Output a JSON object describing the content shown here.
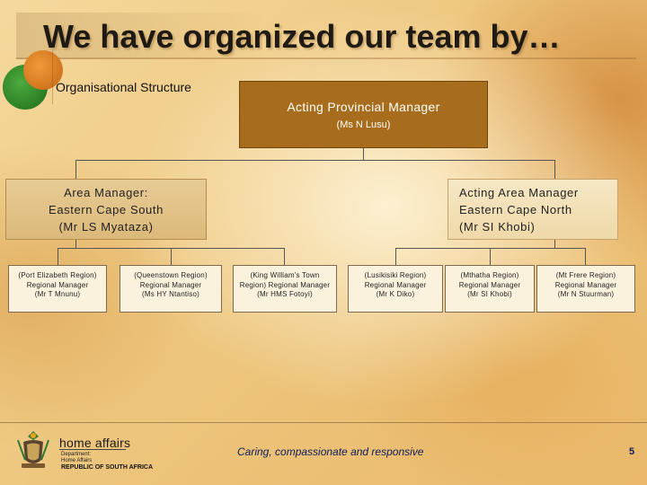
{
  "slide": {
    "title": "We have organized our team by…",
    "subtitle": "Organisational Structure"
  },
  "org": {
    "top": {
      "title": "Acting Provincial Manager",
      "name": "(Ms N Lusu)"
    },
    "areas": [
      {
        "line1": "Area Manager:",
        "line2": "Eastern Cape South",
        "line3": "(Mr LS Myataza)"
      },
      {
        "line1": "Acting Area Manager",
        "line2": "Eastern Cape North",
        "line3": "(Mr SI Khobi)"
      }
    ],
    "regions": [
      {
        "region": "(Port Elizabeth Region)",
        "role": "Regional Manager",
        "name": "(Mr T Mnunu)"
      },
      {
        "region": "(Queenstown Region)",
        "role": "Regional Manager",
        "name": "(Ms HY Ntantiso)"
      },
      {
        "region": "(King William's Town",
        "role": "Region) Regional Manager",
        "name": "(Mr HMS Fotoyi)"
      },
      {
        "region": "(Lusikisiki Region)",
        "role": "Regional Manager",
        "name": "(Mr K Diko)"
      },
      {
        "region": "(Mthatha Region)",
        "role": "Regional Manager",
        "name": "(Mr SI Khobi)"
      },
      {
        "region": "(Mt Frere Region)",
        "role": "Regional Manager",
        "name": "(Mr N Stuurman)"
      }
    ]
  },
  "footer": {
    "brand": "home affairs",
    "dept_line1": "Department:",
    "dept_line2": "Home Affairs",
    "country": "REPUBLIC OF SOUTH AFRICA",
    "tagline": "Caring, compassionate and responsive",
    "page_number": "5"
  },
  "colors": {
    "top_box": "#a86d1c",
    "tagline": "#0d1d5a",
    "accent_green": "#2f8a28",
    "accent_orange": "#df7f22"
  },
  "icons": [
    "coat-of-arms-icon"
  ]
}
